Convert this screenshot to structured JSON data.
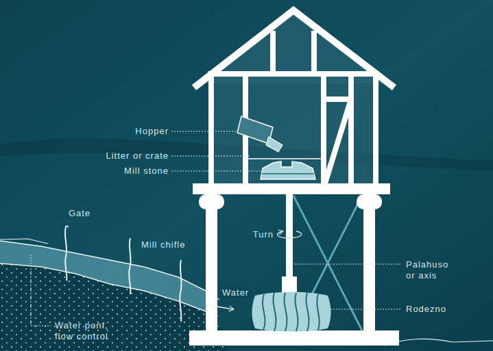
{
  "diagram": {
    "labels": [
      "Hopper",
      "Litter or crate",
      "Mill stone",
      "Gate",
      "Mill chifle",
      "Turn",
      "Water",
      "Palahuso or axis",
      "Rodezno",
      "Water ponf, flow control"
    ]
  }
}
